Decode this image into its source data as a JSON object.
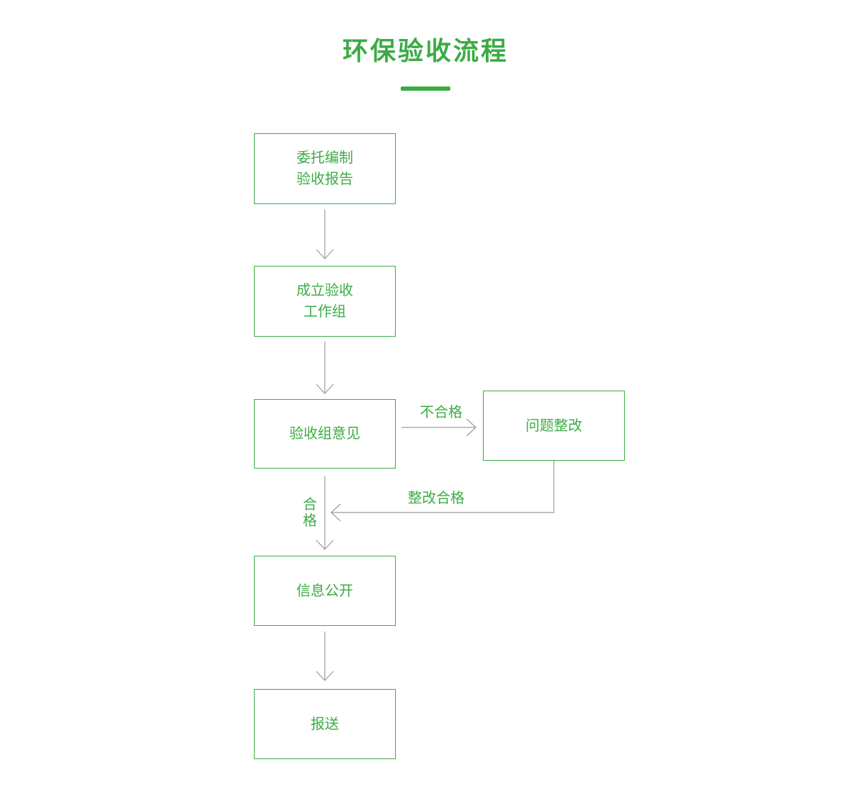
{
  "title": "环保验收流程",
  "colors": {
    "green": "#3BAC44",
    "gray": "#9C9C9C",
    "background": "#FFFFFF"
  },
  "flowchart": {
    "boxes": [
      {
        "name": "entrust-report",
        "lines": [
          "委托编制",
          "验收报告"
        ]
      },
      {
        "name": "workgroup",
        "lines": [
          "成立验收",
          "工作组"
        ]
      },
      {
        "name": "acceptance-opinion",
        "lines": [
          "验收组意见"
        ]
      },
      {
        "name": "rectification",
        "lines": [
          "问题整改"
        ]
      },
      {
        "name": "info-disclosure",
        "lines": [
          "信息公开"
        ]
      },
      {
        "name": "submission",
        "lines": [
          "报送"
        ]
      }
    ],
    "edge_labels": {
      "fail": "不合格",
      "rectified": "整改合格",
      "pass": "合格"
    }
  }
}
